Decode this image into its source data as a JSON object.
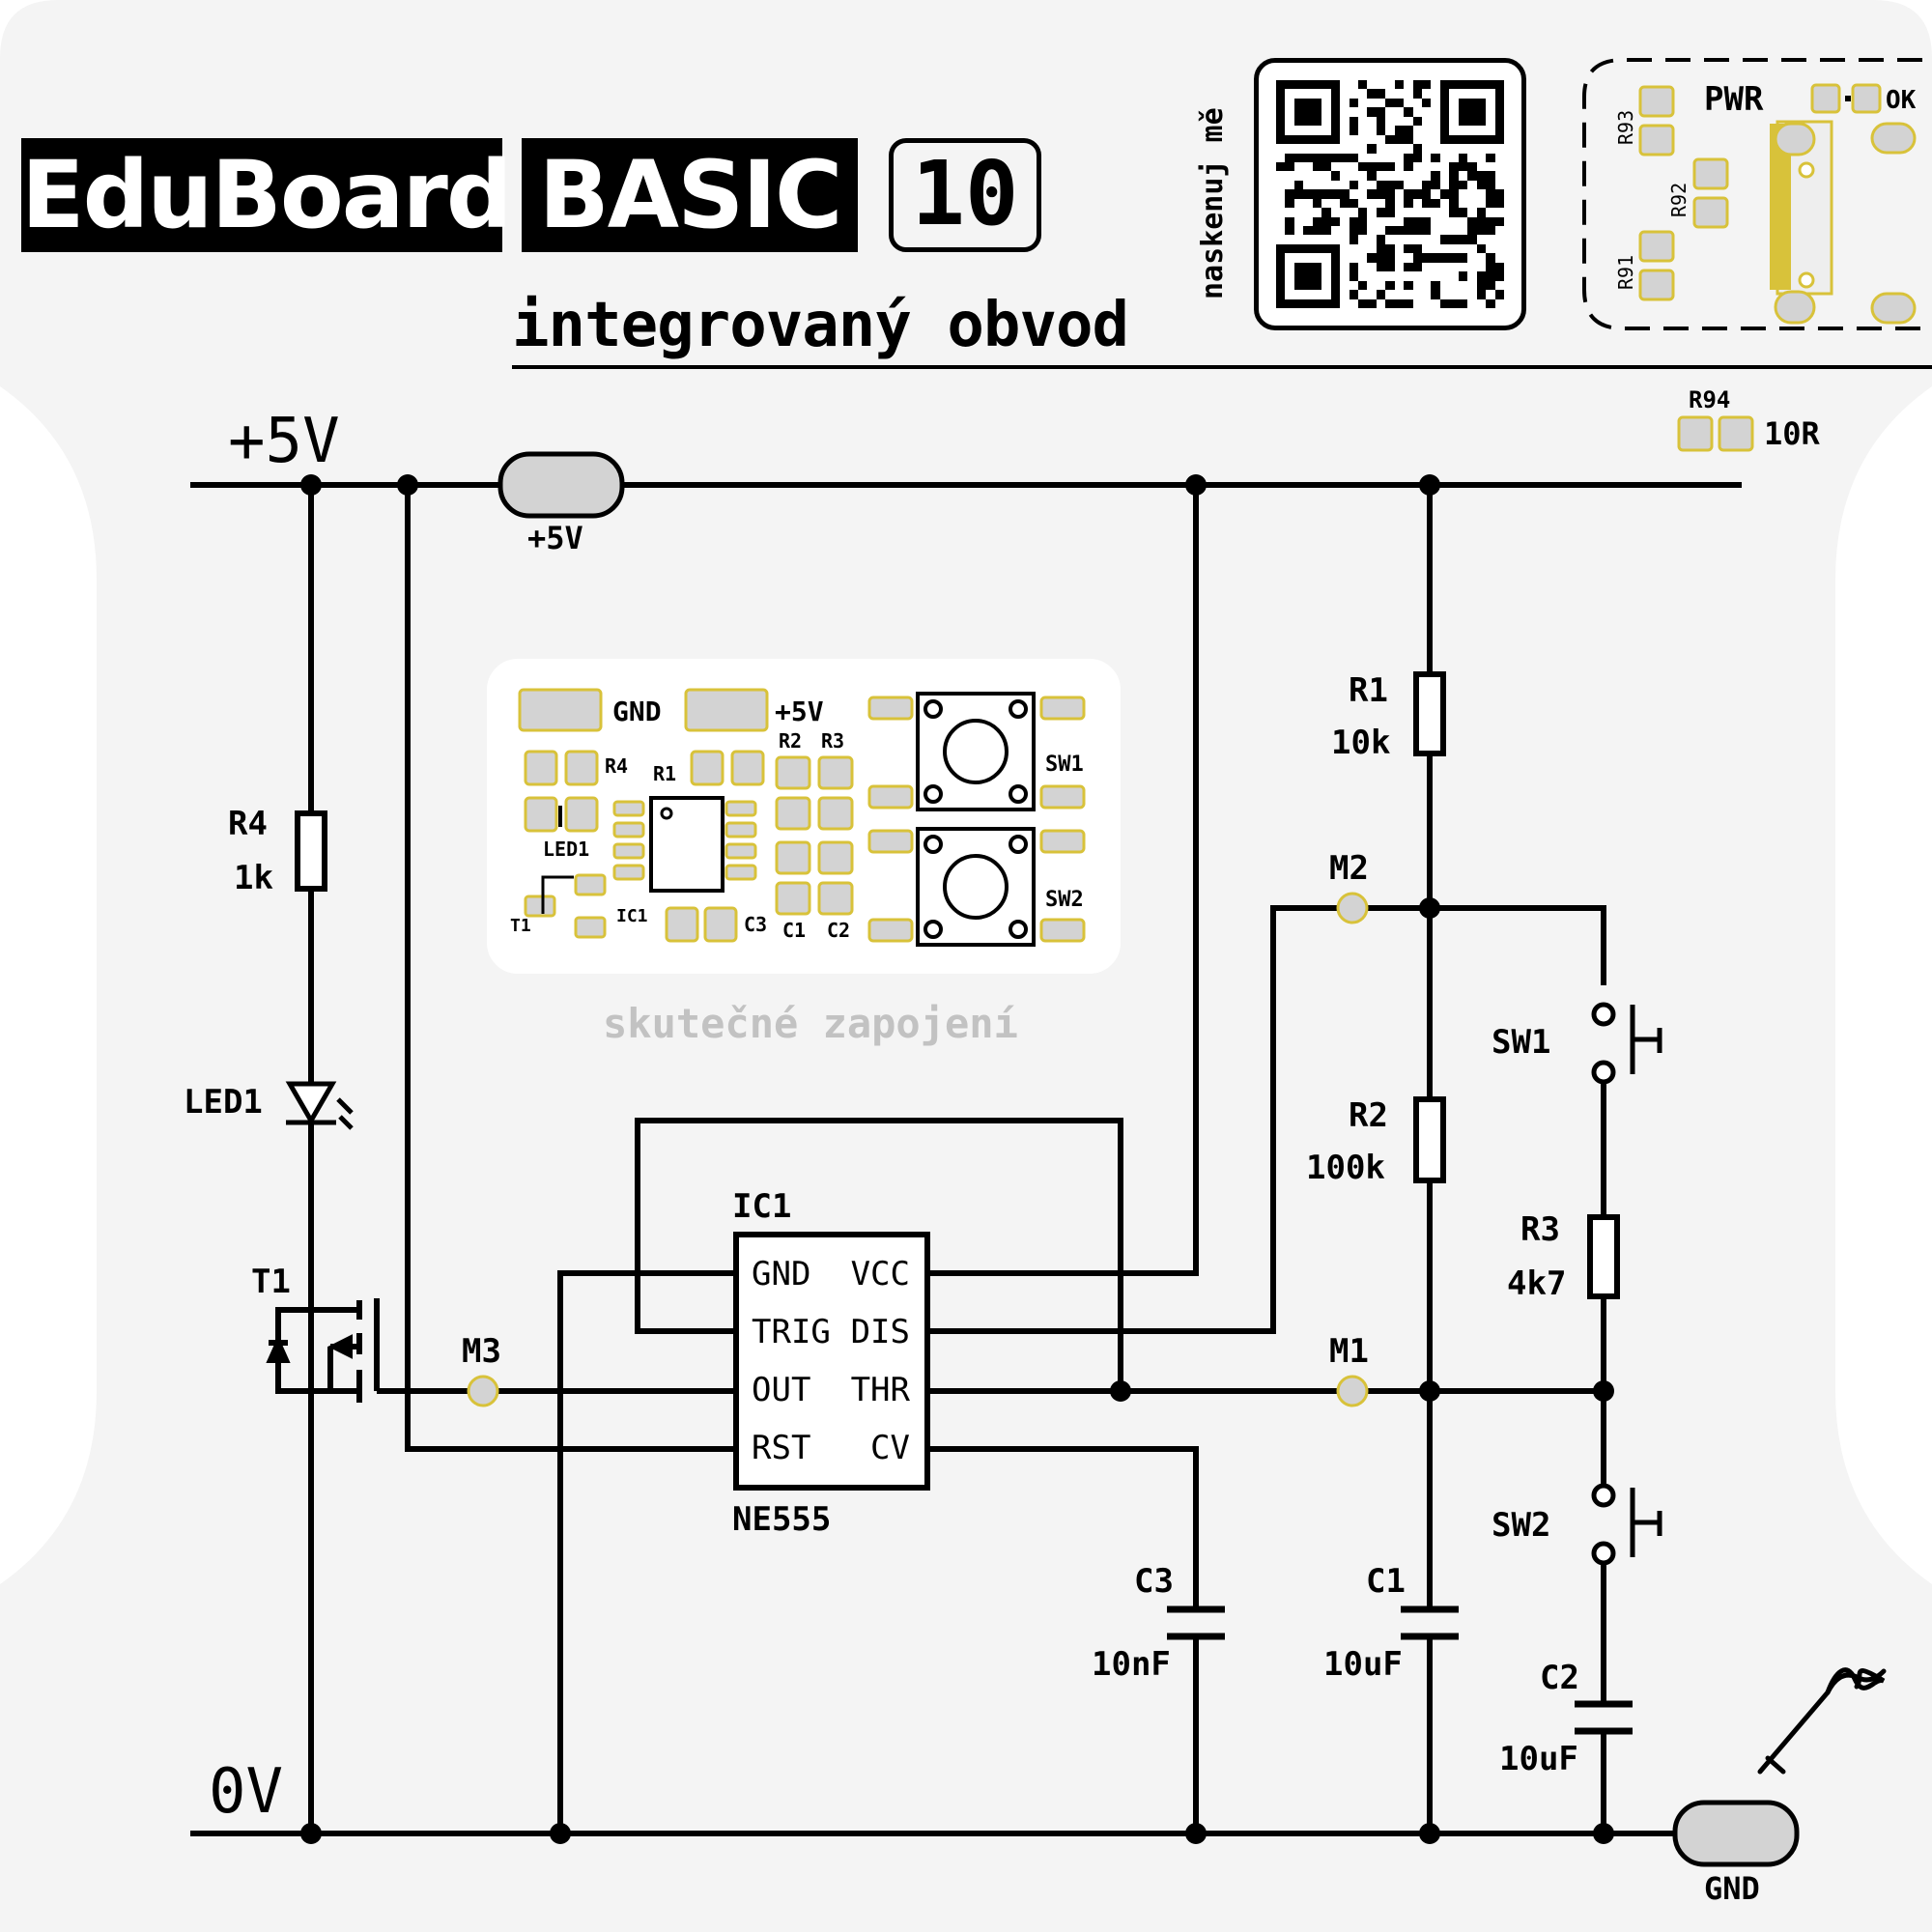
{
  "header": {
    "brand_part1": "EduBoard",
    "brand_part2": "BASIC",
    "lesson_number": "10",
    "subtitle": "integrovaný obvod",
    "qr_caption": "naskenuj mě"
  },
  "power_module": {
    "label_pwr": "PWR",
    "label_ok": "OK",
    "r91": "R91",
    "r92": "R92",
    "r93": "R93",
    "r94": "R94",
    "r94_value": "10R"
  },
  "rails": {
    "plus_label": "+5V",
    "plus_pad_label": "+5V",
    "ground_label": "0V",
    "gnd_pad_label": "GND"
  },
  "components": {
    "r1": {
      "name": "R1",
      "value": "10k"
    },
    "r2": {
      "name": "R2",
      "value": "100k"
    },
    "r3": {
      "name": "R3",
      "value": "4k7"
    },
    "r4": {
      "name": "R4",
      "value": "1k"
    },
    "c1": {
      "name": "C1",
      "value": "10uF"
    },
    "c2": {
      "name": "C2",
      "value": "10uF"
    },
    "c3": {
      "name": "C3",
      "value": "10nF"
    },
    "led1": {
      "name": "LED1"
    },
    "t1": {
      "name": "T1"
    },
    "sw1": {
      "name": "SW1"
    },
    "sw2": {
      "name": "SW2"
    },
    "ic1": {
      "name": "IC1",
      "part": "NE555",
      "pins_left": [
        "GND",
        "TRIG",
        "OUT",
        "RST"
      ],
      "pins_right": [
        "VCC",
        "DIS",
        "THR",
        "CV"
      ]
    }
  },
  "test_points": {
    "m1": "M1",
    "m2": "M2",
    "m3": "M3"
  },
  "pcb_inset": {
    "caption": "skutečné zapojení",
    "gnd": "GND",
    "plus5v": "+5V",
    "r1": "R1",
    "r2": "R2",
    "r3": "R3",
    "r4": "R4",
    "led1": "LED1",
    "t1": "T1",
    "ic1": "IC1",
    "c1": "C1",
    "c2": "C2",
    "c3": "C3",
    "sw1": "SW1",
    "sw2": "SW2"
  },
  "colors": {
    "board_bg": "#f4f4f4",
    "ink": "#000000",
    "pad_fill": "#d3d3d3",
    "pad_outline": "#d8c23a",
    "caption_gray": "#c2c2c2"
  }
}
